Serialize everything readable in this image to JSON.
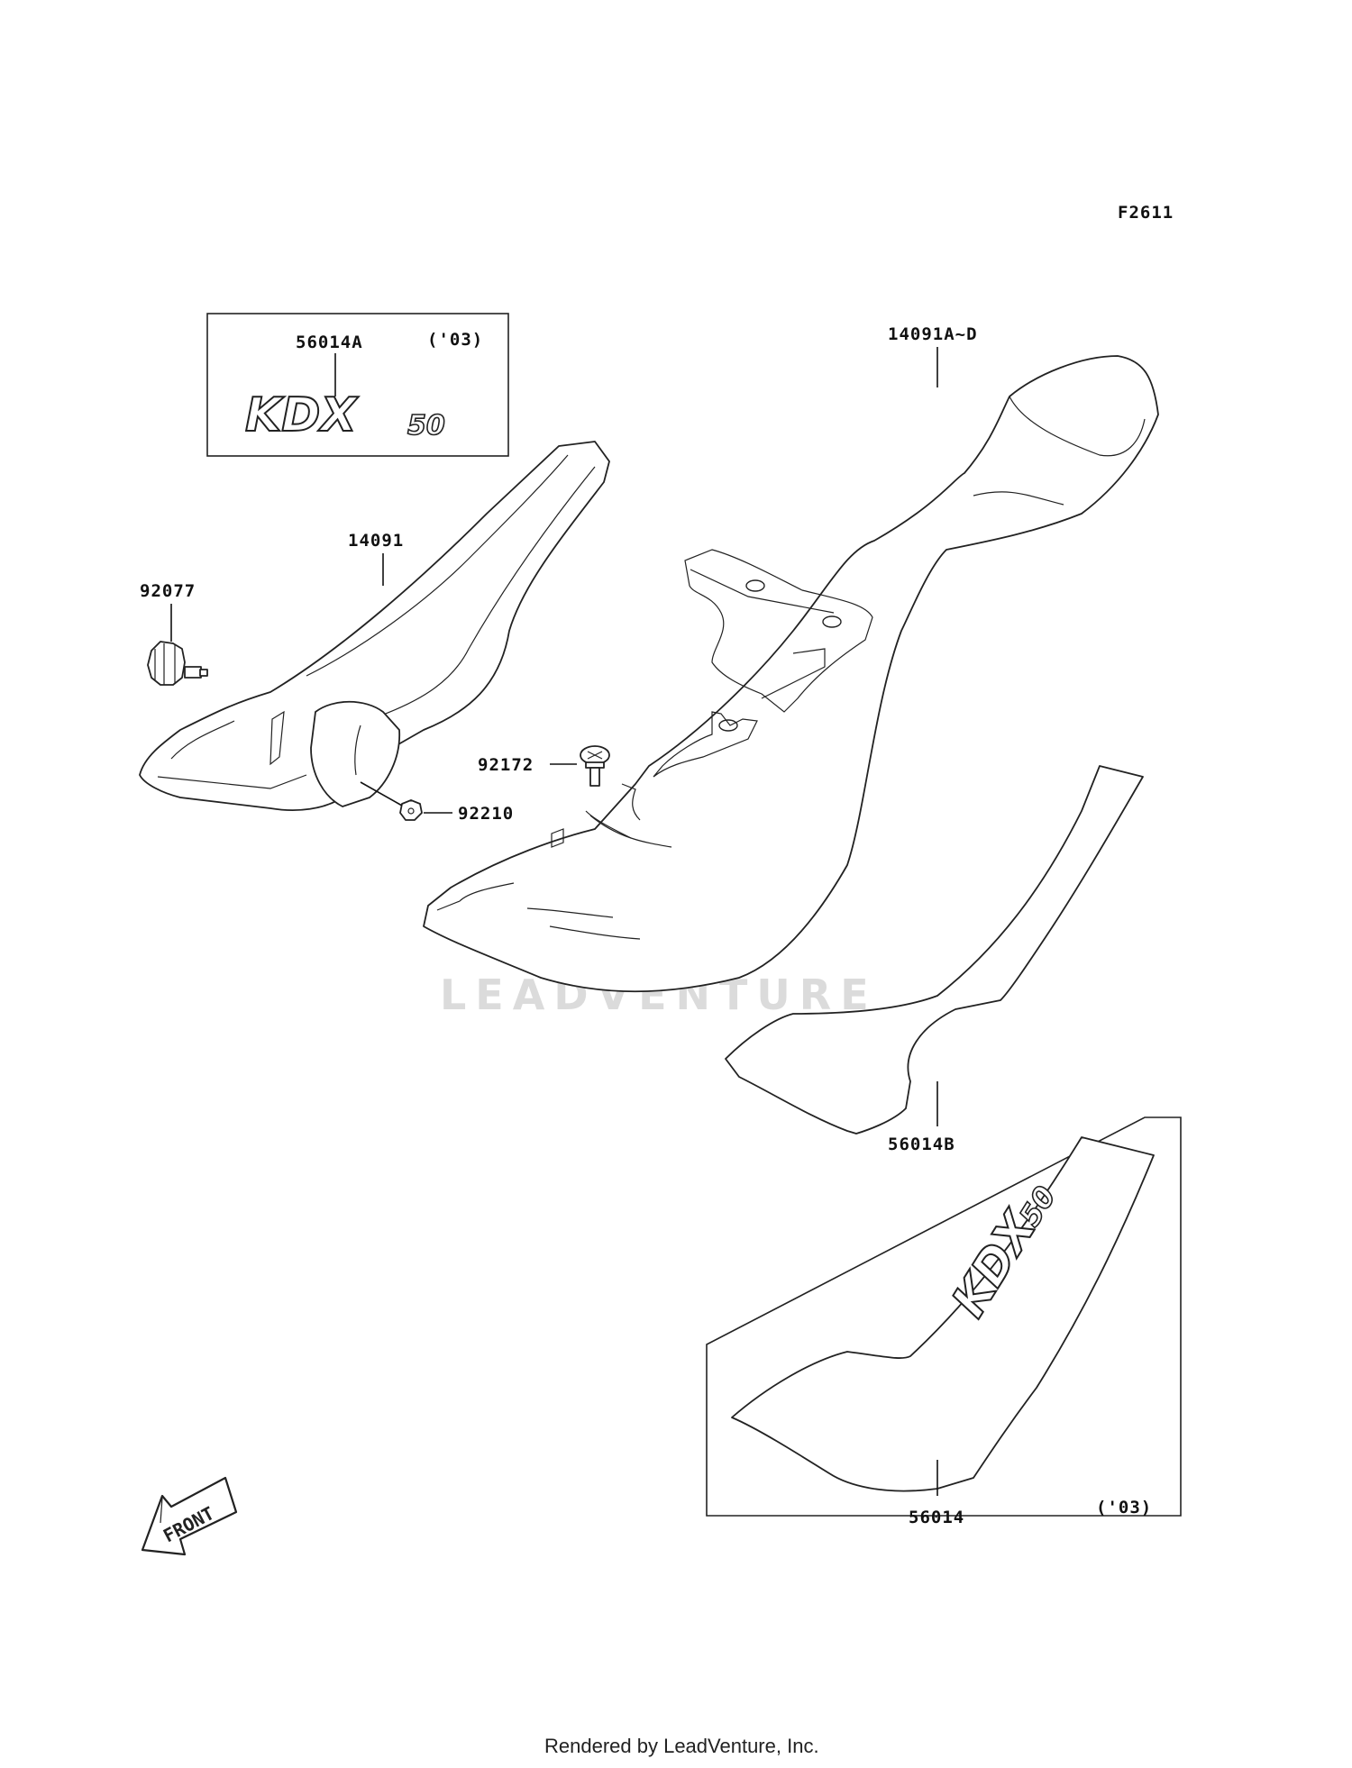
{
  "diagram": {
    "figure_code": "F2611",
    "parts": {
      "p56014A": "56014A",
      "p14091AD": "14091A~D",
      "p14091": "14091",
      "p92077": "92077",
      "p92172": "92172",
      "p92210": "92210",
      "p56014B": "56014B",
      "p56014": "56014"
    },
    "year_note_top": "('03)",
    "year_note_bottom": "('03)",
    "decal_text": "KDX",
    "decal_sub": "50",
    "front_arrow": "FRONT"
  },
  "watermark": {
    "text": "LEADVENTURE"
  },
  "footer": {
    "text": "Rendered by LeadVenture, Inc."
  },
  "colors": {
    "line": "#111111",
    "watermark": "#d8d8d8"
  }
}
